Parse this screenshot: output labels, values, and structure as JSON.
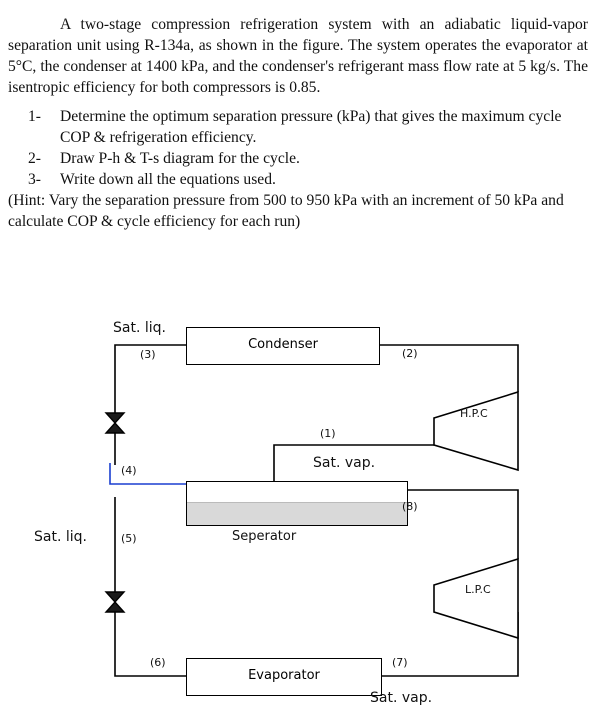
{
  "problem": {
    "intro": "A two-stage compression refrigeration system with an adiabatic liquid-vapor separation unit using R-134a, as shown in the figure. The system operates the evaporator at 5°C, the condenser at 1400 kPa, and the condenser's refrigerant mass flow rate at 5 kg/s. The isentropic efficiency for both compressors is 0.85.",
    "tasks": [
      {
        "num": "1-",
        "text": "Determine the optimum separation pressure (kPa) that gives the maximum cycle COP & refrigeration efficiency."
      },
      {
        "num": "2-",
        "text": "Draw P-h & T-s diagram for the cycle."
      },
      {
        "num": "3-",
        "text": "Write down all the equations used."
      }
    ],
    "hint": "(Hint: Vary the separation pressure from 500 to 950 kPa with an increment of 50 kPa and calculate COP & cycle efficiency for each run)"
  },
  "diagram": {
    "components": {
      "condenser": "Condenser",
      "separator": "Seperator",
      "evaporator": "Evaporator",
      "hpc": "H.P.C",
      "lpc": "L.P.C"
    },
    "states": {
      "s1": "(1)",
      "s2": "(2)",
      "s3": "(3)",
      "s4": "(4)",
      "s5": "(5)",
      "s6": "(6)",
      "s7": "(7)",
      "s8": "(8)"
    },
    "annotations": {
      "sat_liq_top": "Sat. liq.",
      "sat_vap": "Sat. vap.",
      "sat_liq_mid": "Sat. liq.",
      "sat_vap_bottom": "Sat. vap."
    },
    "colors": {
      "line": "#000000",
      "liquid_line": "#1a3fd0",
      "separator_liquid": "#d9d9d9"
    }
  }
}
